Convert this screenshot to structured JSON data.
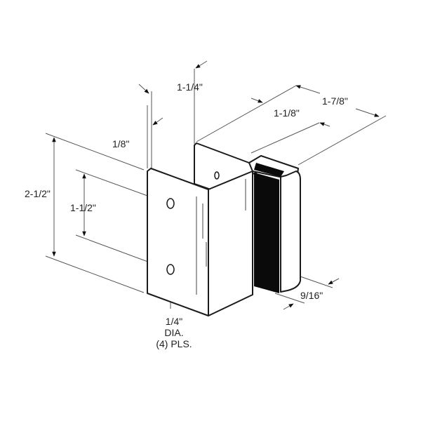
{
  "diagram": {
    "subject": "door stop / keeper bracket with rubber bumper",
    "colors": {
      "line": "#1a1a1a",
      "dimension_line": "#555555",
      "bumper": "#0a0a0a",
      "background": "#ffffff"
    },
    "dimensions": {
      "top_flange_height": "1-1/4\"",
      "material_thickness": "1/8\"",
      "overall_height": "2-1/2\"",
      "hole_spacing": "1-1/2\"",
      "flange_depth": "1-1/8\"",
      "overall_depth": "1-7/8\"",
      "bumper_width": "9/16\""
    },
    "hole_note": {
      "size": "1/4\"",
      "type": "DIA.",
      "count": "(4) PLS."
    }
  }
}
